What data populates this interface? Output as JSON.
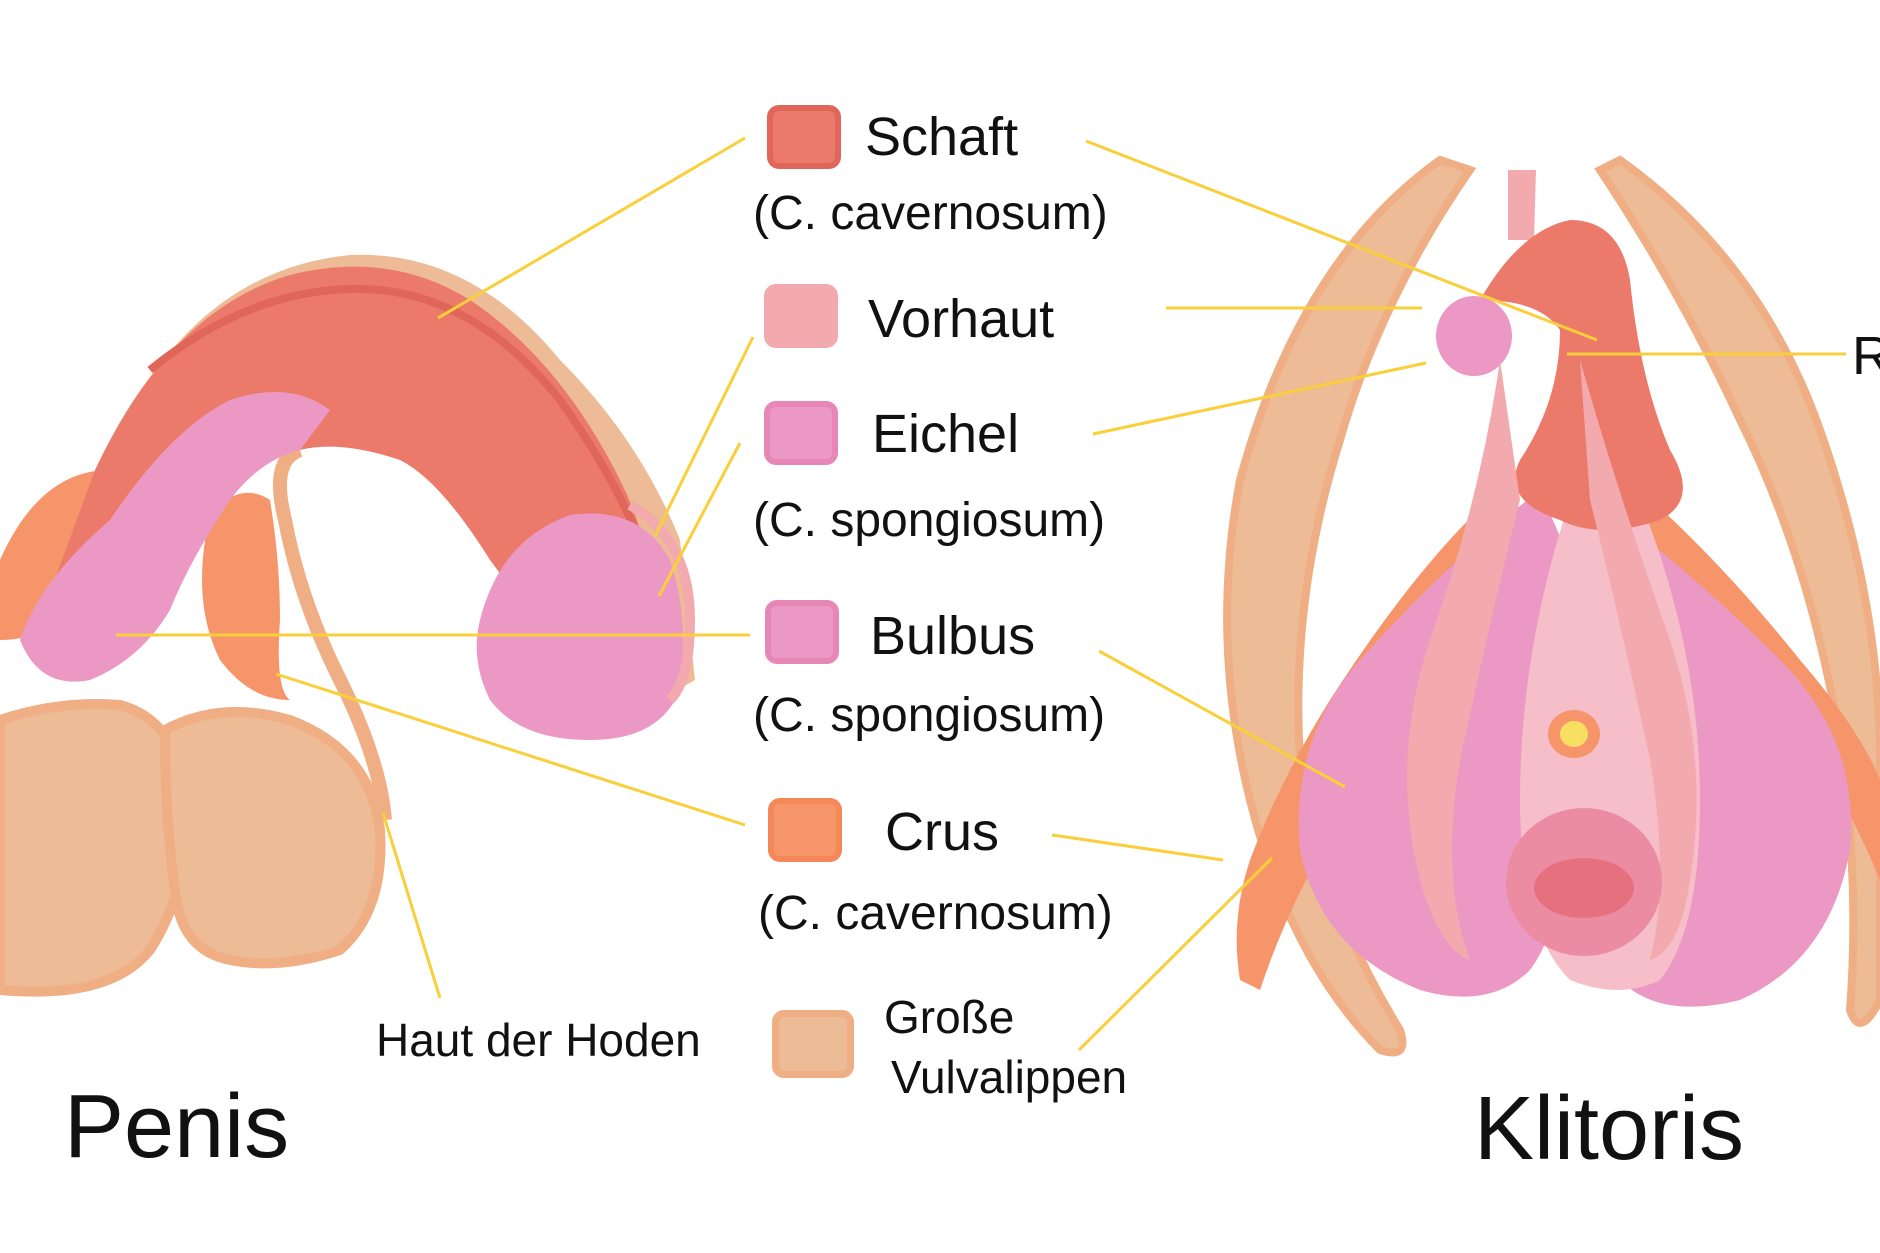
{
  "legend": {
    "schaft": {
      "label": "Schaft",
      "sub": "(C. cavernosum)",
      "color": "#ec7a6a",
      "border": "#e0665a"
    },
    "vorhaut": {
      "label": "Vorhaut",
      "color": "#f3aaae",
      "border": "#f3aaae"
    },
    "eichel": {
      "label": "Eichel",
      "sub": "(C. spongiosum)",
      "color": "#ec98c4",
      "border": "#e687b8"
    },
    "bulbus": {
      "label": "Bulbus",
      "sub": "(C. spongiosum)",
      "color": "#ec98c4",
      "border": "#e687b8"
    },
    "crus": {
      "label": "Crus",
      "sub": "(C. cavernosum)",
      "color": "#f7956a",
      "border": "#f48858"
    },
    "grosse": {
      "label_line1": "Große",
      "label_line2": "Vulvalippen",
      "color": "#edbb95",
      "border": "#f0ae84"
    }
  },
  "labels": {
    "haut_der_hoden": "Haut der Hoden",
    "right_cut": "R"
  },
  "titles": {
    "penis": "Penis",
    "klitoris": "Klitoris"
  },
  "colors": {
    "leader": "#f9cf3a",
    "skin": "#edbb95",
    "skin_dark": "#f0ae84",
    "shaft": "#ec7a6a",
    "foreskin": "#f3aaae",
    "glans": "#ec98c4",
    "crus": "#f7956a"
  }
}
